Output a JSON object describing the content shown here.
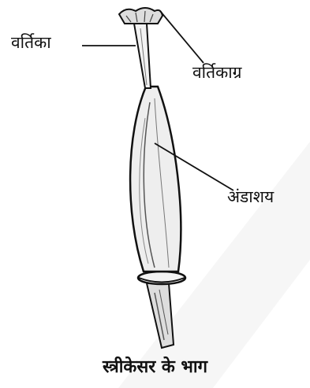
{
  "labels": {
    "style": "वर्तिका",
    "stigma": "वर्तिकाग्र",
    "ovary": "अंडाशय"
  },
  "caption": "स्त्रीकेसर के भाग",
  "colors": {
    "ink": "#111111",
    "paper": "#ffffff",
    "shade": "#555555",
    "light_fill": "#eeeeee"
  }
}
